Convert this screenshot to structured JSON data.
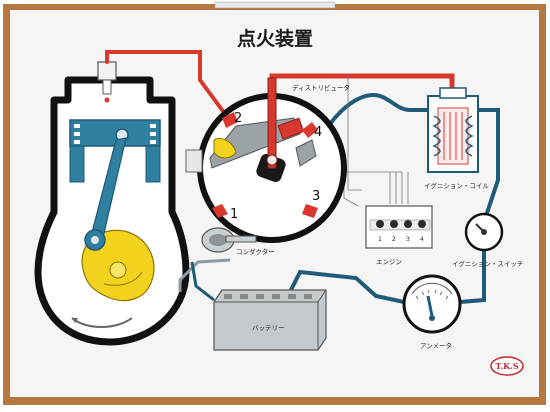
{
  "title": "点火装置",
  "labels": {
    "distributor": "ディストリビュータ",
    "ignition_coil": "イグニション・コイル",
    "condenser": "コンダクター",
    "engine": "エンジン",
    "ignition_switch": "イグニション・スイッチ",
    "battery": "バッテリー",
    "ammeter": "アンメータ"
  },
  "terminals": [
    "1",
    "2",
    "3",
    "4"
  ],
  "plug_numbers": [
    "1",
    "2",
    "3",
    "4"
  ],
  "logo": "T.K.S",
  "colors": {
    "high_tension": "#d8382e",
    "low_tension": "#1f5a78",
    "piston": "#2f7fa0",
    "crank": "#f3d21d",
    "frame": "#b5773f"
  }
}
